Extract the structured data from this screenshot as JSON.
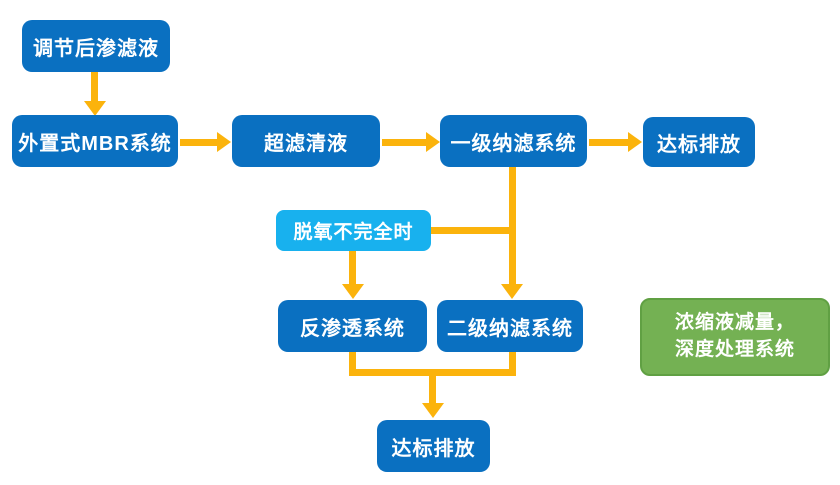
{
  "diagram": {
    "type": "flowchart",
    "nodes": {
      "adjusted_leachate": {
        "label": "调节后渗滤液"
      },
      "external_mbr": {
        "label": "外置式MBR系统"
      },
      "uf_clear_liquid": {
        "label": "超滤清液"
      },
      "nf_stage1": {
        "label": "一级纳滤系统"
      },
      "discharge_top": {
        "label": "达标排放"
      },
      "incomplete_deoxygenation": {
        "label": "脱氧不完全时"
      },
      "reverse_osmosis": {
        "label": "反渗透系统"
      },
      "nf_stage2": {
        "label": "二级纳滤系统"
      },
      "concentrate_reduction": {
        "label_line1": "浓缩液减量，",
        "label_line2": "深度处理系统"
      },
      "discharge_bottom": {
        "label": "达标排放"
      }
    },
    "colors": {
      "node_blue": "#0a70c1",
      "node_light_blue": "#18b1ee",
      "node_green": "#74b153",
      "node_green_border": "#60a043",
      "arrow": "#fbb30c",
      "text": "#ffffff",
      "background": "#ffffff"
    }
  }
}
